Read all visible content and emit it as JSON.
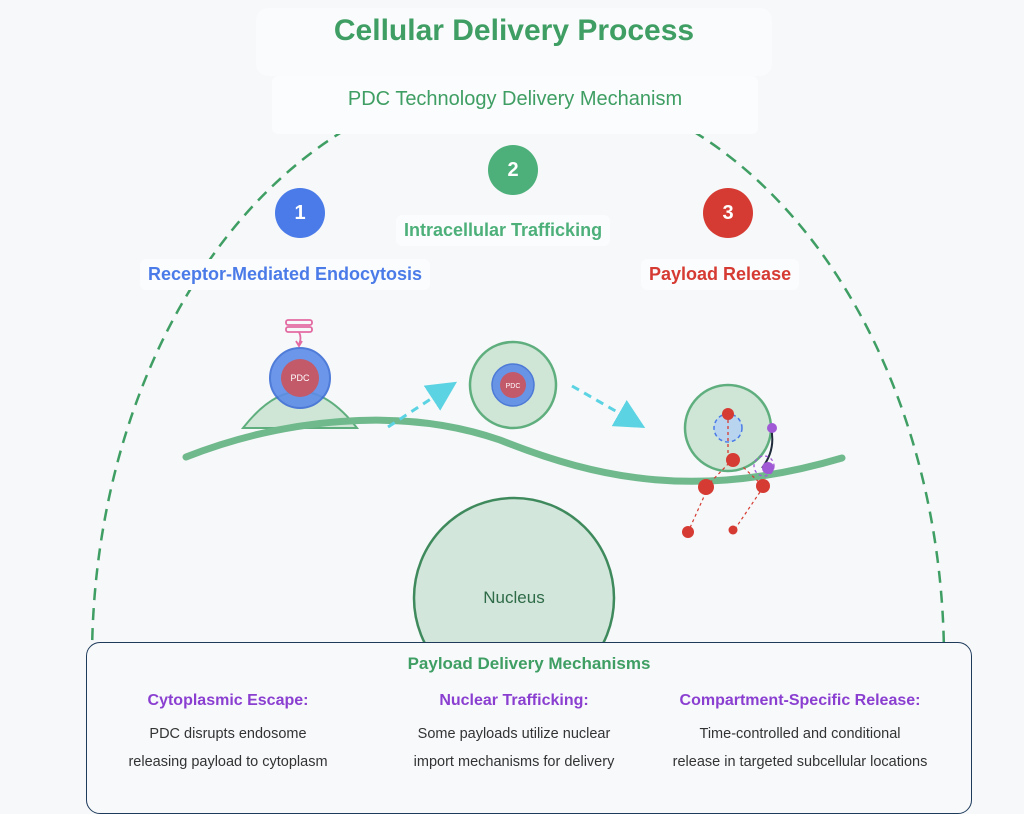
{
  "title": "Cellular Delivery Process",
  "subtitle": "PDC Technology Delivery Mechanism",
  "steps": [
    {
      "number": "1",
      "label": "Receptor-Mediated Endocytosis",
      "color": "#4a7be8",
      "label_color": "#4a7be8"
    },
    {
      "number": "2",
      "label": "Intracellular Trafficking",
      "color": "#4db07a",
      "label_color": "#4db07a"
    },
    {
      "number": "3",
      "label": "Payload Release",
      "color": "#d63b33",
      "label_color": "#d63b33"
    }
  ],
  "pdc_label": "PDC",
  "nucleus_label": "Nucleus",
  "mechanisms": {
    "title": "Payload Delivery Mechanisms",
    "items": [
      {
        "heading": "Cytoplasmic Escape:",
        "line1": "PDC disrupts endosome",
        "line2": "releasing payload to cytoplasm"
      },
      {
        "heading": "Nuclear Trafficking:",
        "line1": "Some payloads utilize nuclear",
        "line2": "import mechanisms for delivery"
      },
      {
        "heading": "Compartment-Specific Release:",
        "line1": "Time-controlled and conditional",
        "line2": "release in targeted subcellular locations"
      }
    ]
  },
  "colors": {
    "membrane": "#6fb98c",
    "cell_border": "#3f9e63",
    "arrow": "#5bd3e3",
    "payload": "#d63b33",
    "purple": "#a05ad6",
    "pdc_core": "#c25a6a",
    "pdc_ring": "#4a7be8",
    "heading": "#8b3fd1"
  }
}
